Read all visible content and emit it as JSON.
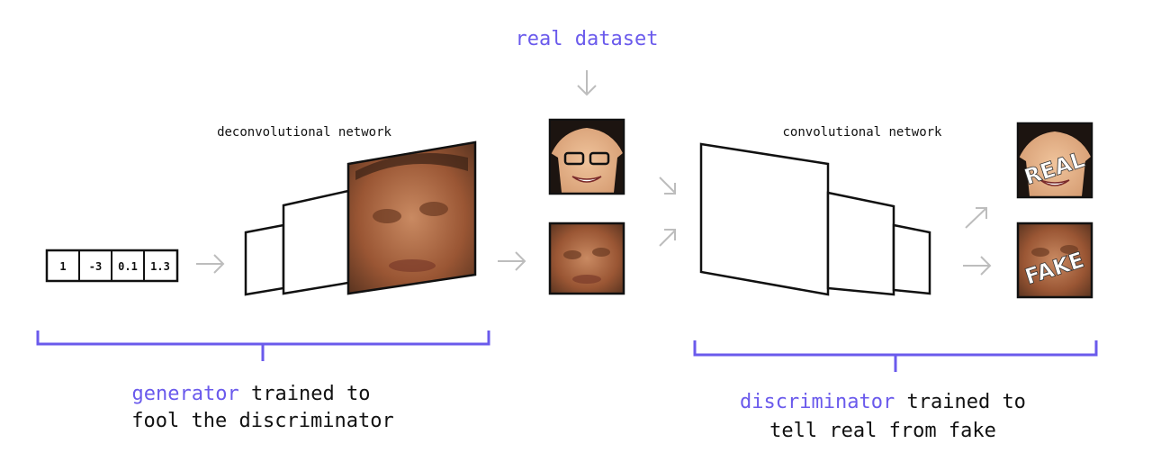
{
  "title": "real dataset",
  "generator": {
    "network_label": "deconvolutional network",
    "input_vector": [
      "1",
      "-3",
      "0.1",
      "1.3"
    ],
    "caption_highlight": "generator",
    "caption_line1_rest": " trained to",
    "caption_line2": "fool the discriminator"
  },
  "discriminator": {
    "network_label": "convolutional network",
    "caption_highlight": "discriminator",
    "caption_line1_rest": " trained to",
    "caption_line2": "tell real from fake"
  },
  "outputs": {
    "real_stamp": "REAL",
    "fake_stamp": "FAKE"
  },
  "colors": {
    "accent": "#6a5aec",
    "ink": "#111111",
    "arrow": "#bdbdbd",
    "real_face_skin": "#e8b58c",
    "fake_face_skin": "#a5603a"
  }
}
